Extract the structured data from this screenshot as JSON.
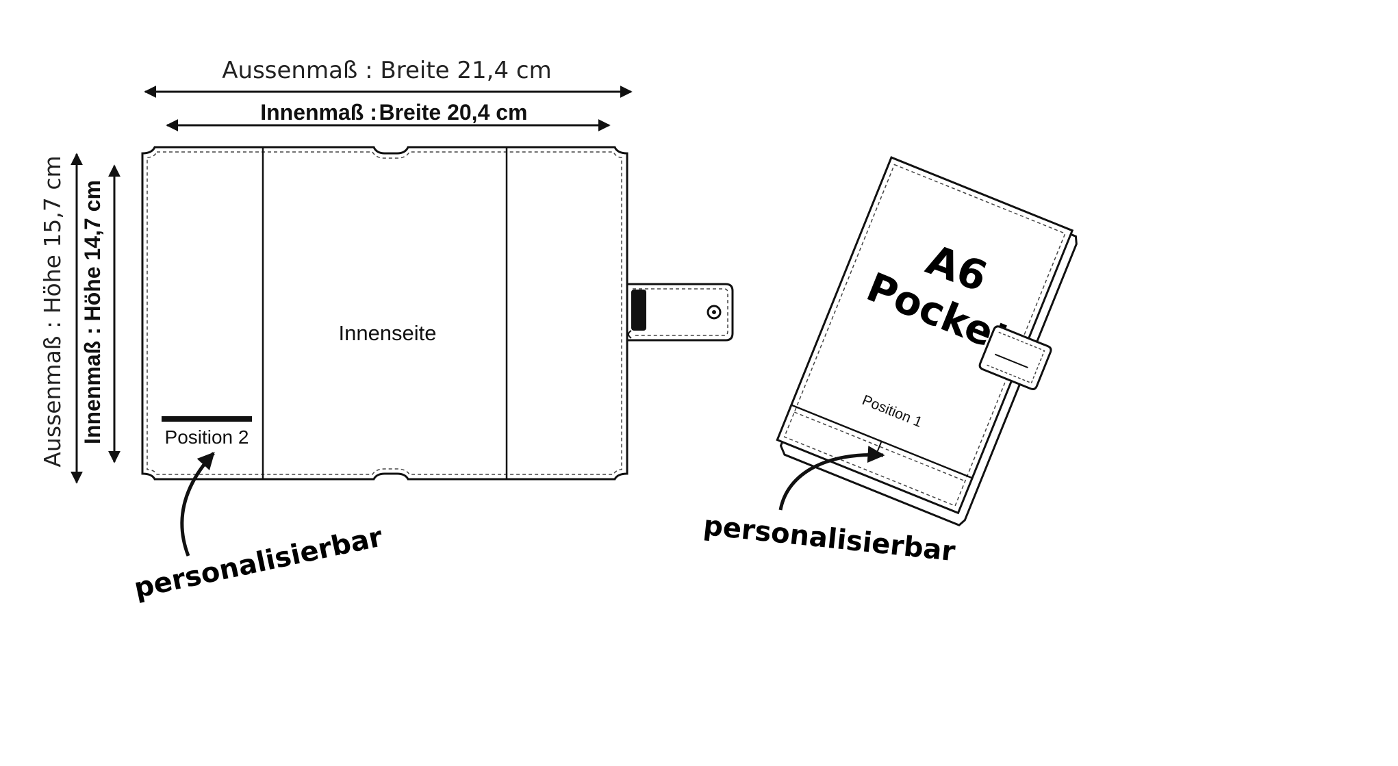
{
  "dimensions": {
    "outer_width_label": "Aussenmaß : Breite 21,4 cm",
    "inner_width_label_key": "Innenmaß :",
    "inner_width_label_value": "Breite 20,4 cm",
    "outer_height_label": "Aussenmaß : Höhe 15,7 cm",
    "inner_height_label": "Innenmaß : Höhe 14,7 cm"
  },
  "open_cover": {
    "inner_page_label": "Innenseite",
    "position_label": "Position 2",
    "callout_label": "personalisierbar"
  },
  "closed_cover": {
    "size_label": "A6",
    "model_label": "Pocket",
    "position_label": "Position 1",
    "callout_label": "personalisierbar"
  },
  "colors": {
    "line": "#111111",
    "background": "#ffffff"
  }
}
